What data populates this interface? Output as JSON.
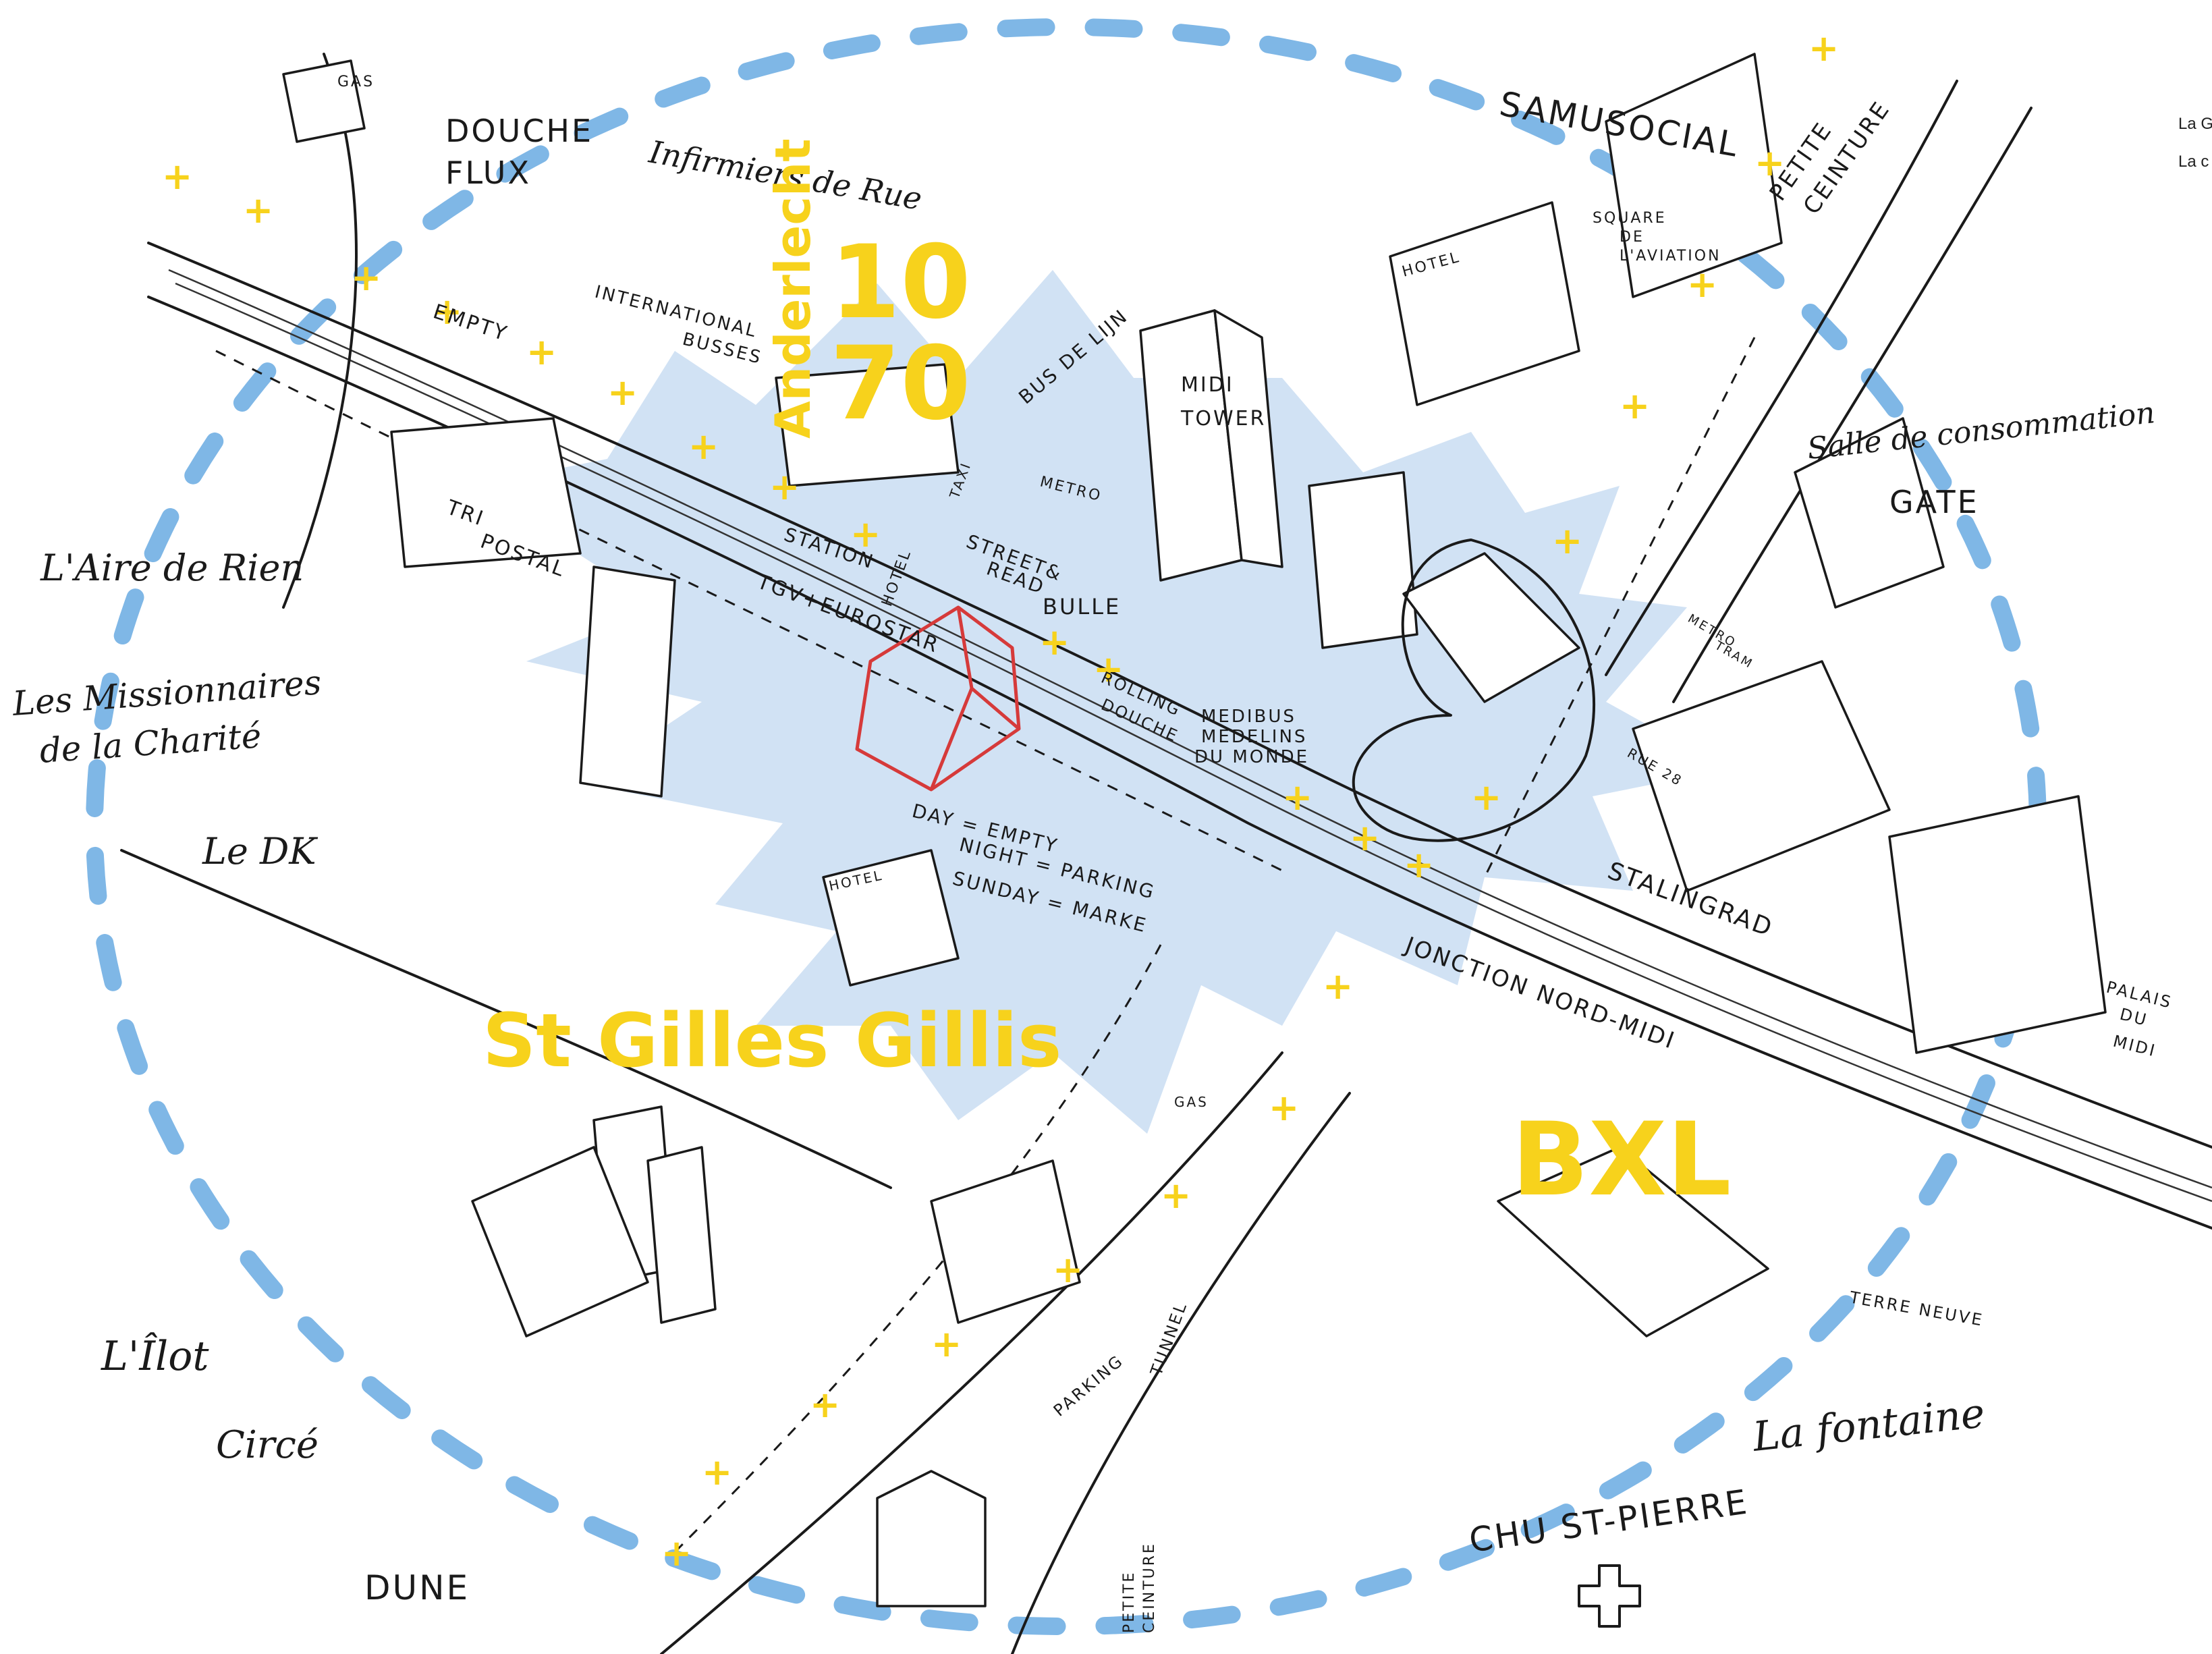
{
  "labels": {
    "douche_flux_1": "DOUCHE",
    "douche_flux_2": "FLUX",
    "gas_top": "GAS",
    "infirmiers": "Infirmiers de Rue",
    "samusocial": "SAMUSOCIAL",
    "square_1": "SQUARE",
    "square_2": "DE",
    "square_3": "L'AVIATION",
    "petite_ceinture_top_1": "PETITE",
    "petite_ceinture_top_2": "CEINTURE",
    "hotel_top": "HOTEL",
    "international_1": "INTERNATIONAL",
    "international_2": "BUSSES",
    "empty": "EMPTY",
    "bus_de_lijn": "BUS DE LIJN",
    "midi_tower_1": "MIDI",
    "midi_tower_2": "TOWER",
    "salle_conso": "Salle de consommation",
    "gate": "GATE",
    "aire_de_rien": "L'Aire de Rien",
    "tri_postal_1": "TRI",
    "tri_postal_2": "POSTAL",
    "station": "STATION",
    "tgv": "TGV+EUROSTAR",
    "hotel_mid": "HOTEL",
    "taxi": "TAXI",
    "street_read_1": "STREET&",
    "street_read_2": "READ",
    "metro_mid": "METRO",
    "bulle": "BULLE",
    "rolling_douche_1": "ROLLING",
    "rolling_douche_2": "DOUCHE",
    "medibus_1": "MEDIBUS",
    "medibus_2": "MEDELINS",
    "medibus_3": "DU MONDE",
    "missionnaires_1": "Les Missionnaires",
    "missionnaires_2": "de la Charité",
    "le_dk": "Le DK",
    "metro_tram_1": "METRO",
    "metro_tram_2": "TRAM",
    "rue28": "RUE 28",
    "day_empty": "DAY = EMPTY",
    "night_parking": "NIGHT = PARKING",
    "sunday_market": "SUNDAY = MARKE",
    "hotel_low": "HOTEL",
    "stalingrad": "STALINGRAD",
    "jonction": "JONCTION NORD-MIDI",
    "palais_1": "PALAIS",
    "palais_2": "DU",
    "palais_3": "MIDI",
    "gas_low": "GAS",
    "lilot": "L'Îlot",
    "circe": "Circé",
    "parking": "PARKING",
    "tunnel": "TUNNEL",
    "terre_neuve": "TERRE NEUVE",
    "la_fontaine": "La fontaine",
    "chu": "CHU ST-PIERRE",
    "dune": "DUNE",
    "petite_ceinture_low_1": "PETITE",
    "petite_ceinture_low_2": "CEINTURE"
  },
  "yellow_labels": {
    "code_1": "10",
    "code_2": "70",
    "anderlecht": "Anderlecht",
    "st_gilles": "St Gilles Gillis",
    "bxl": "BXL"
  },
  "side_text": {
    "p1": "La G mai And ici d Ixel de l déjà des",
    "p2": "La c la s mob aute acte de c"
  },
  "colors": {
    "zone_blue": "#cfe0f3",
    "dash_blue": "#7fb7e6",
    "yellow": "#f7d21c",
    "ink": "#1a1a1a",
    "red": "#d63a3a"
  }
}
